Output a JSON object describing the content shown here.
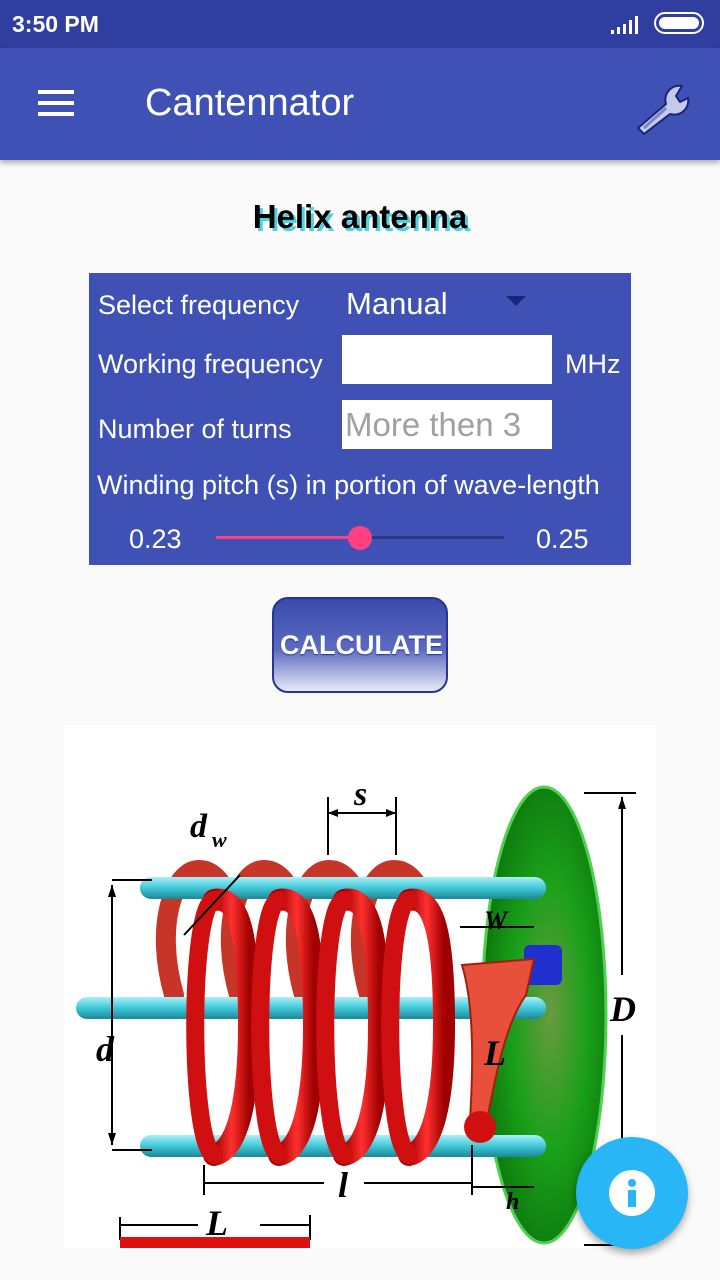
{
  "status_bar": {
    "time": "3:50 PM"
  },
  "app_bar": {
    "title": "Cantennator",
    "menu_icon": "hamburger-menu-icon",
    "settings_icon": "wrench-icon"
  },
  "page": {
    "heading": "Helix antenna"
  },
  "form": {
    "frequency_label": "Select frequency",
    "frequency_value": "Manual",
    "working_freq_label": "Working frequency",
    "working_freq_value": "",
    "working_freq_unit": "MHz",
    "turns_label": "Number of turns",
    "turns_placeholder": "More then 3",
    "pitch_label": "Winding pitch (s) in portion of wave-length",
    "slider_min": "0.23",
    "slider_max": "0.25",
    "slider_fraction": 0.5
  },
  "calculate_button": {
    "label": "CALCULATE"
  },
  "diagram": {
    "labels": {
      "s": "s",
      "dw": "d",
      "dw_sub": "w",
      "W": "W",
      "D": "D",
      "d": "d",
      "L": "L",
      "l": "l",
      "h": "h",
      "L2": "L"
    },
    "colors": {
      "coil": "#e01010",
      "rods": "#40c8d8",
      "plate": "#1a9a1a",
      "feed": "#2030d0"
    }
  },
  "fab": {
    "icon": "info-icon"
  },
  "colors": {
    "primary": "#3f51b5",
    "primary_dark": "#303f9f",
    "accent": "#ff4081",
    "fab": "#29b6f6"
  }
}
